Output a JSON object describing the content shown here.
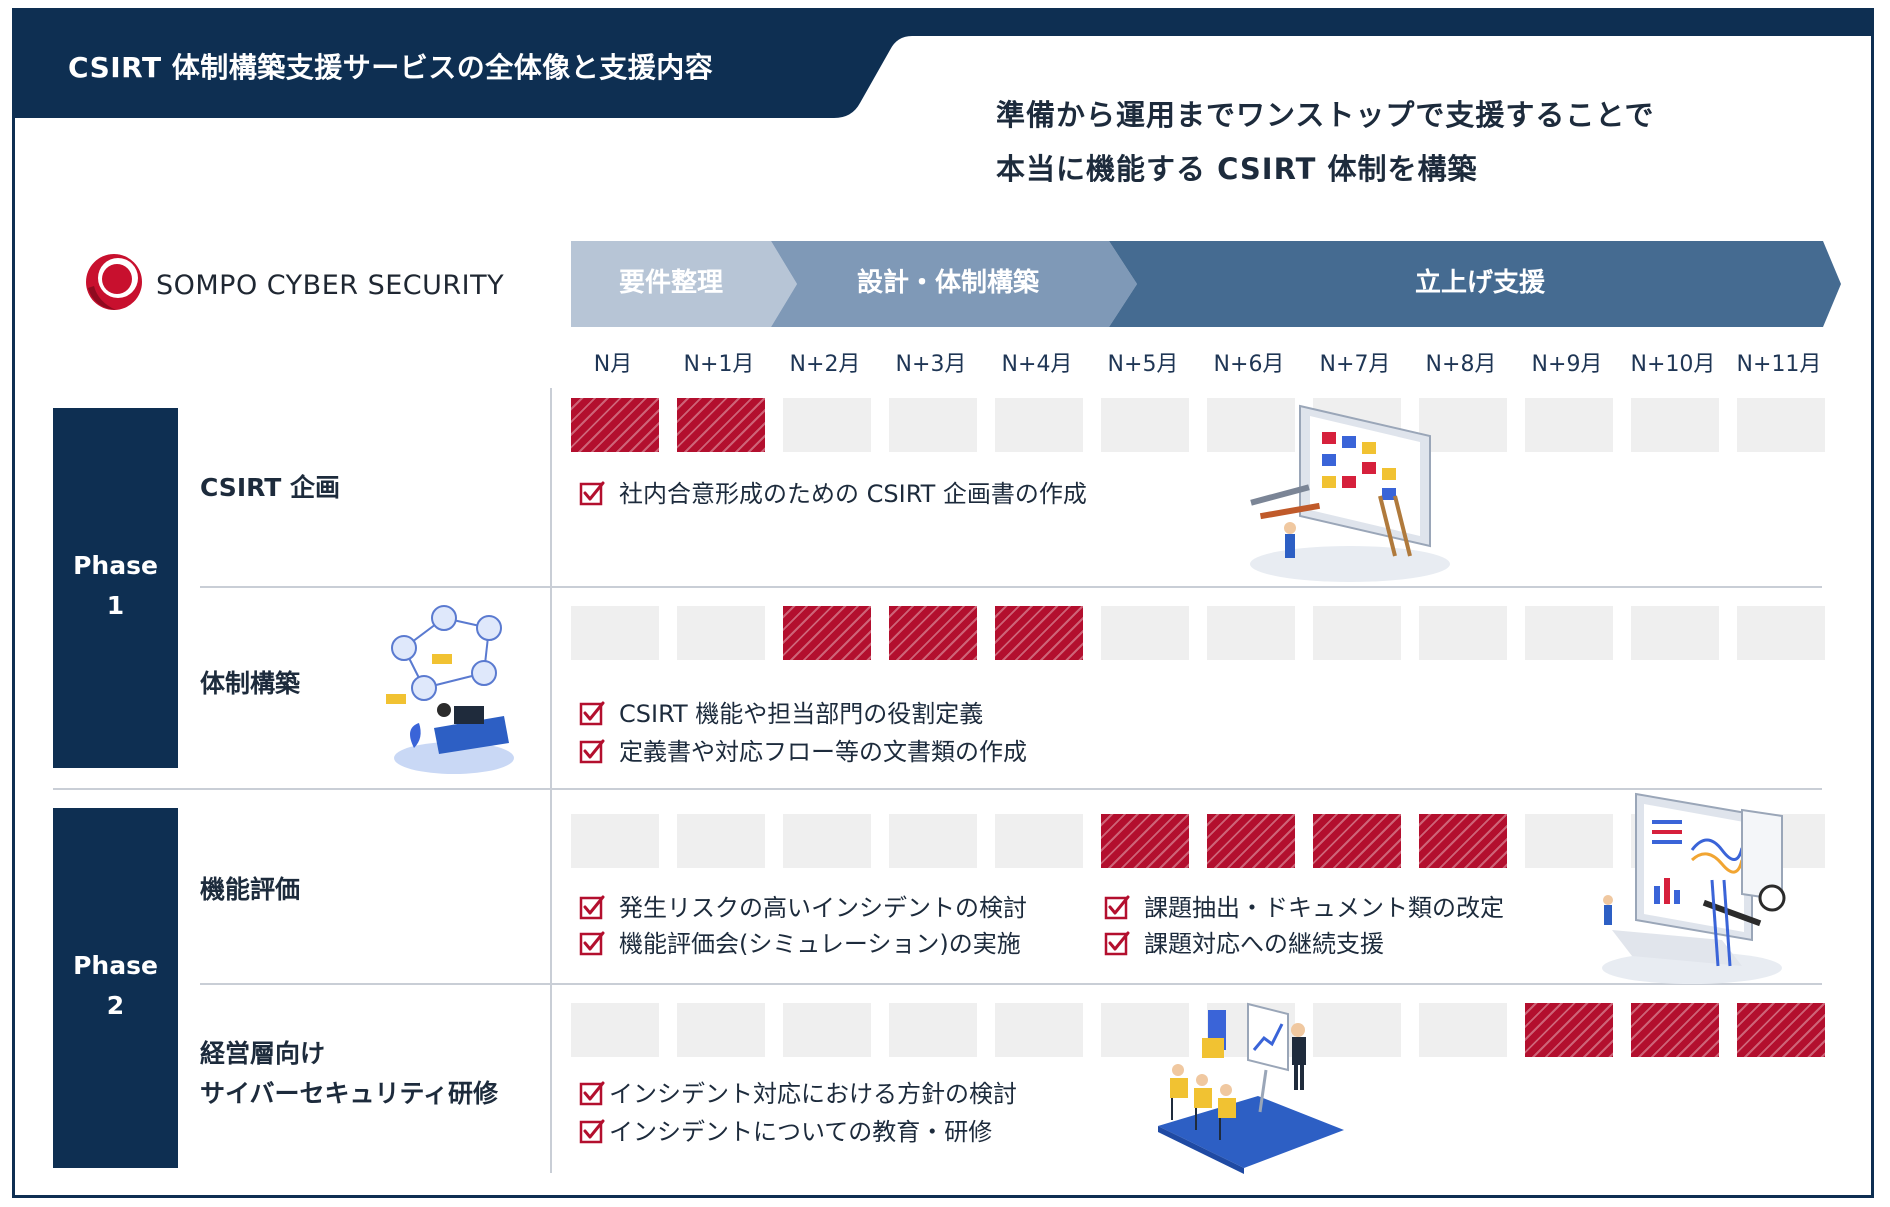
{
  "header": {
    "title": "CSIRT 体制構築支援サービスの全体像と支援内容",
    "tagline_line1": "準備から運用までワンストップで支援することで",
    "tagline_line2": "本当に機能する CSIRT 体制を構築"
  },
  "logo": {
    "text": "SOMPO CYBER SECURITY",
    "colors": {
      "red": "#c8102e",
      "dark_red": "#8f0a1f"
    }
  },
  "stages": [
    {
      "label": "要件整理",
      "color": "#b7c5d6"
    },
    {
      "label": "設計・体制構築",
      "color": "#7f99b7"
    },
    {
      "label": "立上げ支援",
      "color": "#456b91"
    }
  ],
  "months": [
    "N月",
    "N+1月",
    "N+2月",
    "N+3月",
    "N+4月",
    "N+5月",
    "N+6月",
    "N+7月",
    "N+8月",
    "N+9月",
    "N+10月",
    "N+11月"
  ],
  "phases": [
    {
      "label_line1": "Phase",
      "label_line2": "1"
    },
    {
      "label_line1": "Phase",
      "label_line2": "2"
    }
  ],
  "rows": [
    {
      "label_line1": "CSIRT 企画",
      "label_line2": "",
      "active_months": [
        0,
        1
      ],
      "bullets": [
        "社内合意形成のための CSIRT 企画書の作成"
      ]
    },
    {
      "label_line1": "体制構築",
      "label_line2": "",
      "active_months": [
        2,
        3,
        4
      ],
      "bullets": [
        "CSIRT 機能や担当部門の役割定義",
        "定義書や対応フロー等の文書類の作成"
      ]
    },
    {
      "label_line1": "機能評価",
      "label_line2": "",
      "active_months": [
        5,
        6,
        7,
        8
      ],
      "bullets": [
        "発生リスクの高いインシデントの検討",
        "機能評価会(シミュレーション)の実施",
        "課題抽出・ドキュメント類の改定",
        "課題対応への継続支援"
      ]
    },
    {
      "label_line1": "経営層向け",
      "label_line2": "サイバーセキュリティ研修",
      "active_months": [
        9,
        10,
        11
      ],
      "bullets": [
        "インシデント対応における方針の検討",
        "インシデントについての教育・研修"
      ]
    }
  ],
  "colors": {
    "navy": "#0e2f52",
    "active_cell": "#b30f2e",
    "inactive_cell": "#efefef",
    "check": "#b30f2e"
  },
  "icons": {
    "check": "checkbox-check-icon",
    "illus1": "calendar-planning-illustration",
    "illus2": "team-network-illustration",
    "illus3": "dashboard-analytics-illustration",
    "illus4": "presentation-training-illustration"
  }
}
